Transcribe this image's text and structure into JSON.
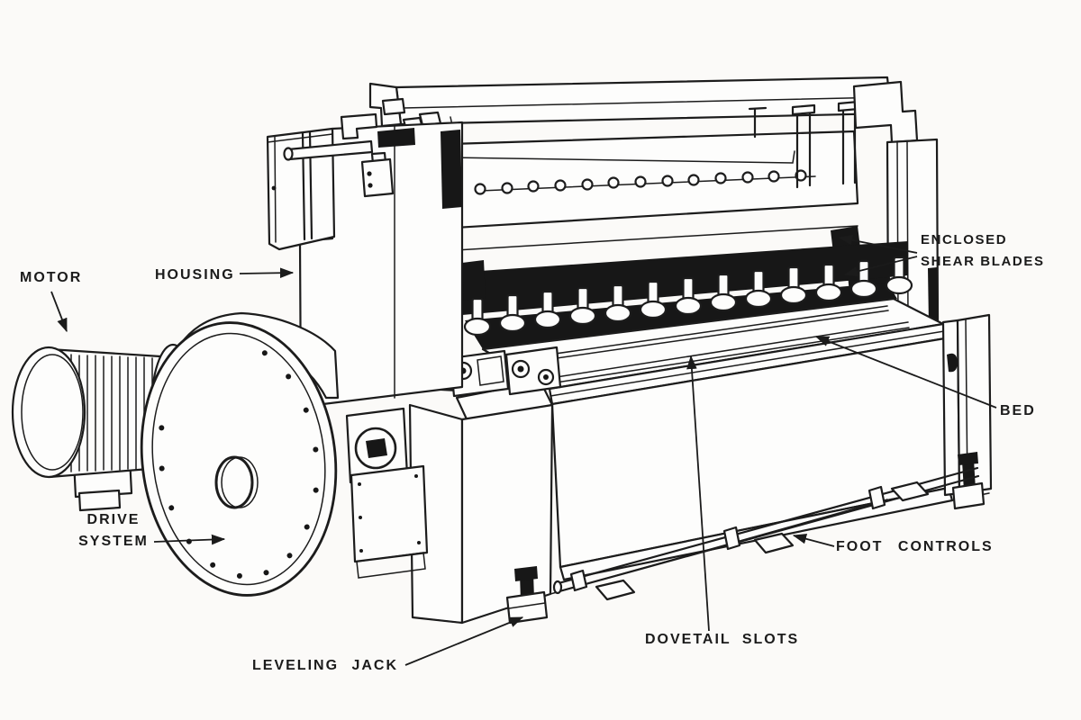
{
  "figure": {
    "type": "technical-line-drawing",
    "subject": "Power squaring shear machine - labeled parts diagram",
    "background_color": "#fbfaf8",
    "ink_color": "#1c1c1c"
  },
  "labels": [
    {
      "id": "motor",
      "text": "MOTOR"
    },
    {
      "id": "housing",
      "text": "HOUSING"
    },
    {
      "id": "enclosed-shear-blades",
      "line1": "ENCLOSED",
      "line2": "SHEAR BLADES"
    },
    {
      "id": "bed",
      "text": "BED"
    },
    {
      "id": "drive-system",
      "line1": "DRIVE",
      "line2": "SYSTEM"
    },
    {
      "id": "foot-controls",
      "text": "FOOT CONTROLS"
    },
    {
      "id": "dovetail-slots",
      "text": "DOVETAIL SLOTS"
    },
    {
      "id": "leveling-jack",
      "text": "LEVELING JACK"
    }
  ]
}
